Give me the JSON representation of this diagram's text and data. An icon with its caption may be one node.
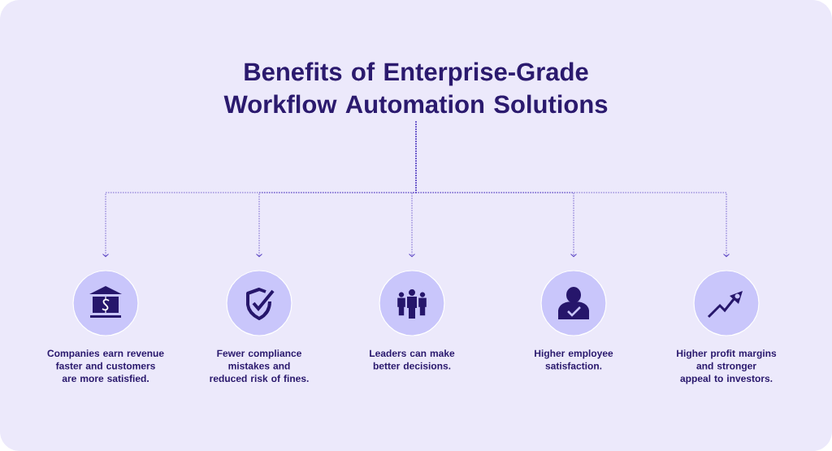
{
  "diagram": {
    "nodes": [
      {
        "text": [
          "Benefits of Enterprise-Grade Workflow Automation Solutions"
        ]
      },
      {
        "text": [],
        "shape": "circle",
        "beside": [
          "Companies earn revenue faster and customers are more satisfied."
        ]
      },
      {
        "text": [],
        "shape": "circle",
        "beside": [
          "Fewer compliance mistakes and reduced risk of fines."
        ]
      },
      {
        "text": [],
        "shape": "circle",
        "beside": [
          "Leaders can make better decisions."
        ]
      },
      {
        "text": [],
        "shape": "circle",
        "beside": [
          "Higher employee satisfaction."
        ]
      },
      {
        "text": [],
        "shape": "circle",
        "beside": [
          "Higher profit margins and stronger appeal to investors."
        ]
      }
    ],
    "edges": [
      {
        "from": 0,
        "to": 1,
        "arrow": "to",
        "style": "dashed"
      },
      {
        "from": 0,
        "to": 2,
        "arrow": "to",
        "style": "dashed"
      },
      {
        "from": 0,
        "to": 3,
        "arrow": "to",
        "style": "dashed"
      },
      {
        "from": 0,
        "to": 4,
        "arrow": "to",
        "style": "dashed"
      },
      {
        "from": 0,
        "to": 5,
        "arrow": "to",
        "style": "dashed"
      }
    ]
  }
}
